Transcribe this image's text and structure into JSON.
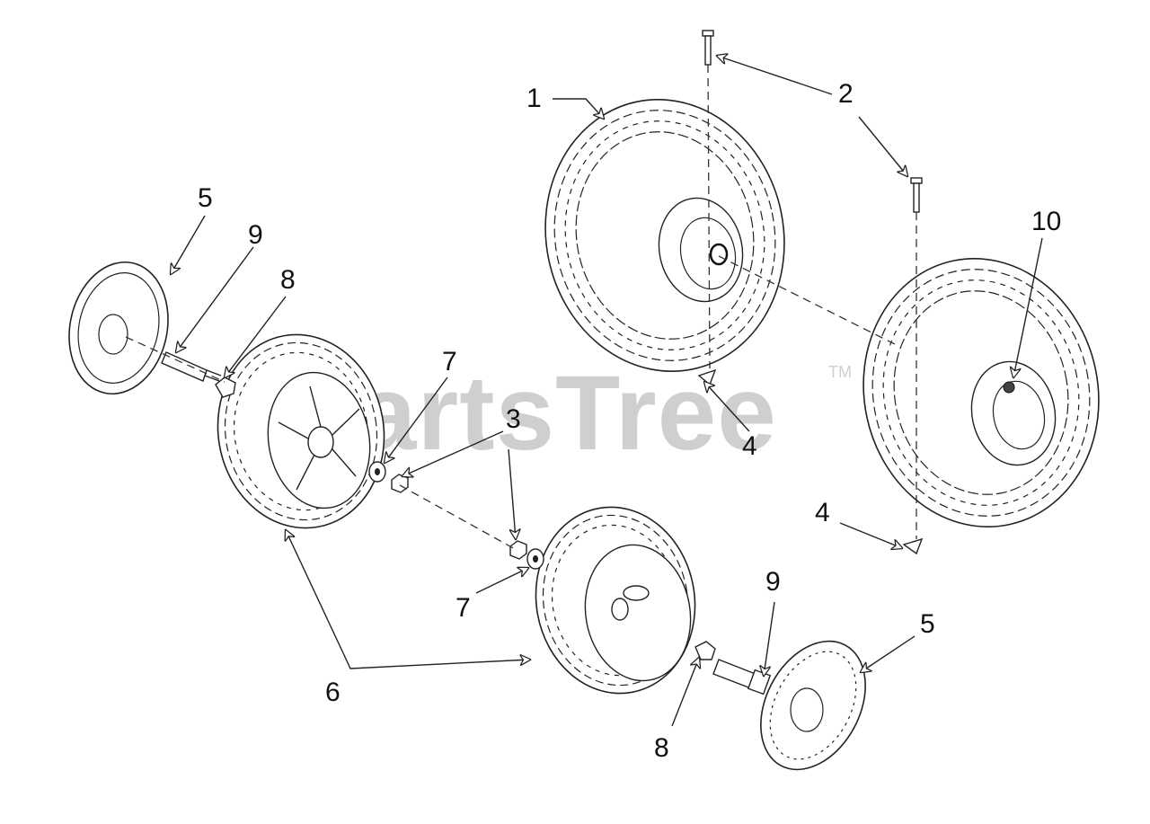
{
  "watermark": {
    "text": "PartsTree",
    "tm": "TM"
  },
  "callouts": [
    {
      "id": "c1",
      "label": "1"
    },
    {
      "id": "c2",
      "label": "2"
    },
    {
      "id": "c10",
      "label": "10"
    },
    {
      "id": "c5a",
      "label": "5"
    },
    {
      "id": "c9a",
      "label": "9"
    },
    {
      "id": "c8a",
      "label": "8"
    },
    {
      "id": "c7a",
      "label": "7"
    },
    {
      "id": "c3",
      "label": "3"
    },
    {
      "id": "c4a",
      "label": "4"
    },
    {
      "id": "c4b",
      "label": "4"
    },
    {
      "id": "c7b",
      "label": "7"
    },
    {
      "id": "c9b",
      "label": "9"
    },
    {
      "id": "c5b",
      "label": "5"
    },
    {
      "id": "c6",
      "label": "6"
    },
    {
      "id": "c8b",
      "label": "8"
    }
  ]
}
